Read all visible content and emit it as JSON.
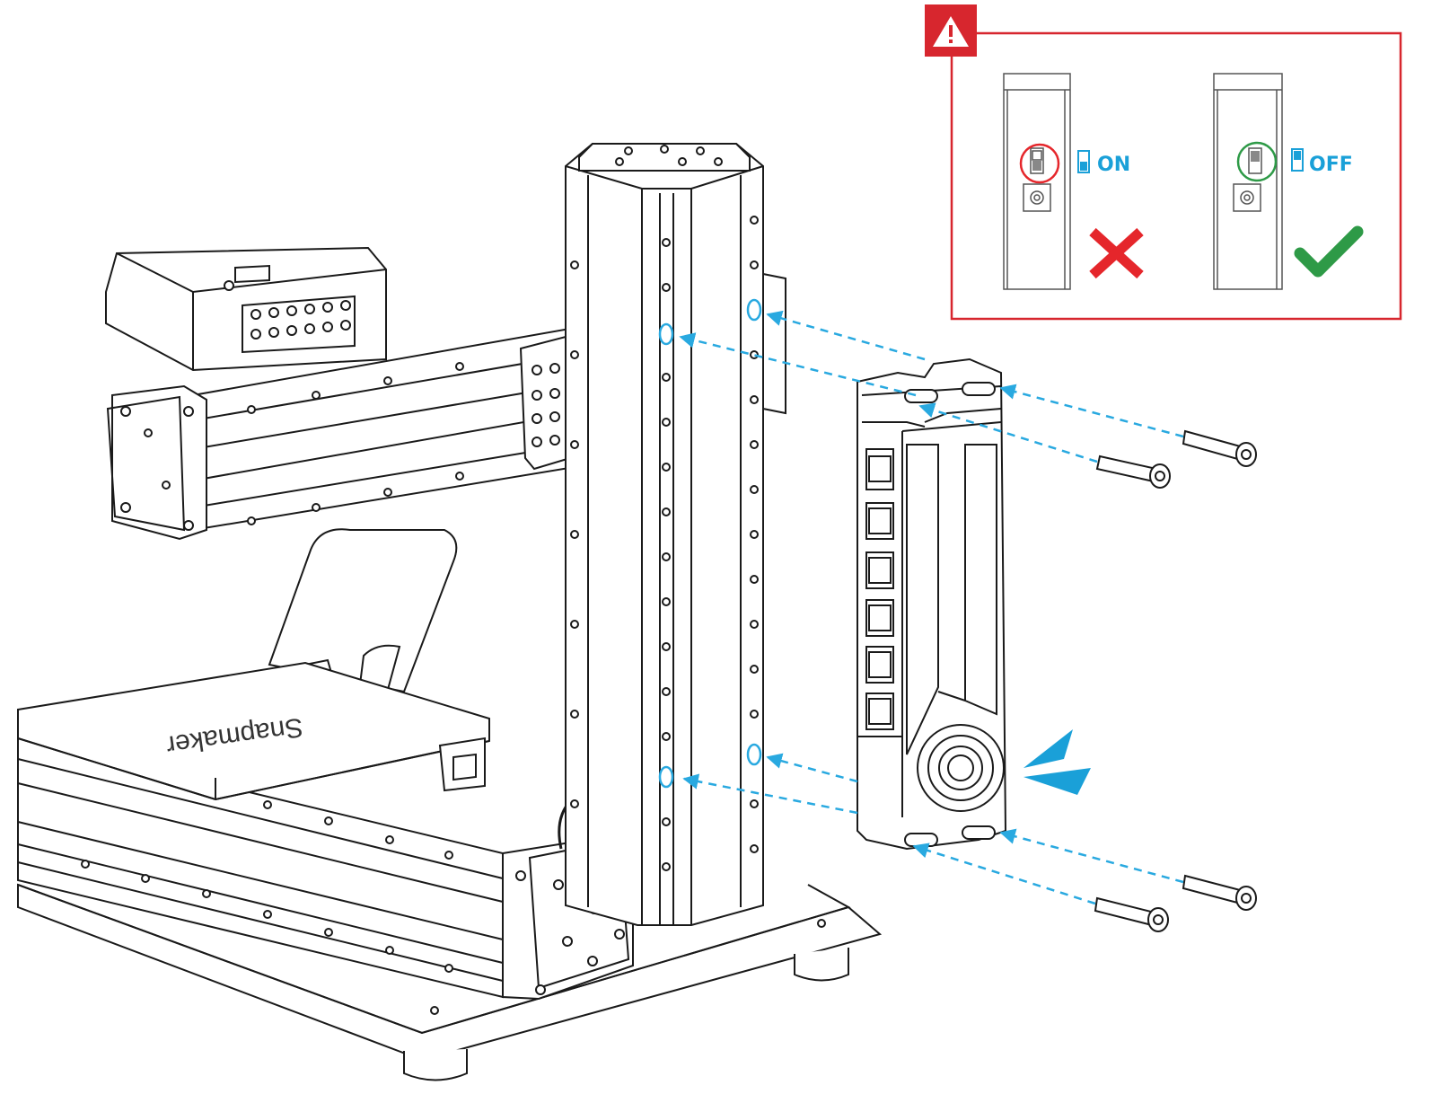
{
  "diagram": {
    "brand_text": "Snapmaker",
    "warning": {
      "icon": "warning-triangle-icon",
      "border_color": "#d7262e",
      "panels": [
        {
          "state_label": "ON",
          "verdict": "incorrect",
          "verdict_icon": "red-cross-icon",
          "highlight_color": "#e5262b",
          "label_color": "#1aa0d8"
        },
        {
          "state_label": "OFF",
          "verdict": "correct",
          "verdict_icon": "green-check-icon",
          "highlight_color": "#2e9a47",
          "label_color": "#1aa0d8"
        }
      ]
    },
    "guide_color": "#29a9e0",
    "parts": {
      "module": "controller-module",
      "screws": [
        "screw",
        "screw",
        "screw",
        "screw"
      ]
    }
  }
}
